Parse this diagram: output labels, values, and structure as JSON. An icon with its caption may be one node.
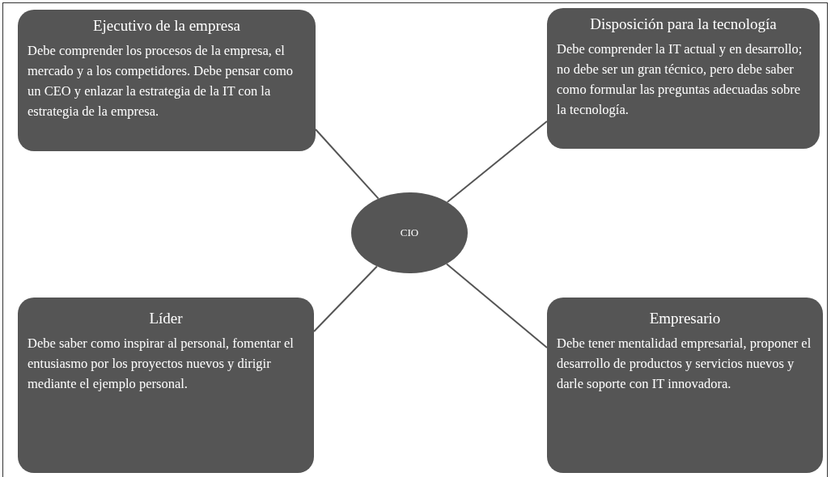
{
  "diagram": {
    "nodes": [
      {
        "text": [
          "Ejecutivo de la empresa",
          "Debe comprender los procesos de la empresa, el mercado y a los competidores. Debe pensar como un CEO y enlazar la estrategia de la IT con la estrategia de la empresa."
        ]
      },
      {
        "text": [
          "Disposición para la tecnología",
          "Debe comprender la IT actual y en desarrollo; no debe ser un gran técnico, pero debe saber como formular las preguntas adecuadas sobre la tecnología."
        ]
      },
      {
        "text": [
          "CIO"
        ]
      },
      {
        "text": [
          "Líder",
          "Debe saber como inspirar al personal, fomentar el entusiasmo por los proyectos nuevos y dirigir mediante el ejemplo personal."
        ]
      },
      {
        "text": [
          "Empresario",
          "Debe tener mentalidad empresarial, proponer el desarrollo de productos y servicios nuevos y darle soporte con IT innovadora."
        ]
      }
    ],
    "edges": [
      {
        "from": 2,
        "to": 0,
        "arrow": "none"
      },
      {
        "from": 2,
        "to": 1,
        "arrow": "none"
      },
      {
        "from": 2,
        "to": 3,
        "arrow": "none"
      },
      {
        "from": 2,
        "to": 4,
        "arrow": "none"
      }
    ]
  }
}
